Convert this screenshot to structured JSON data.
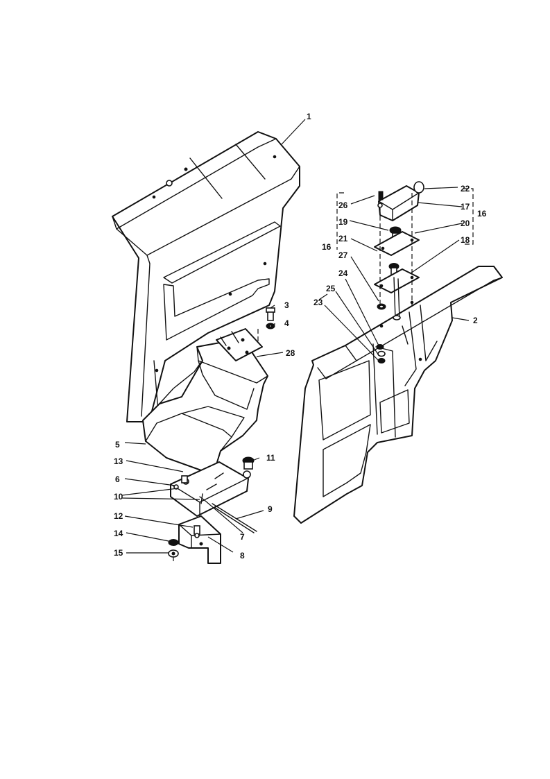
{
  "callouts": [
    "1",
    "2",
    "3",
    "4",
    "5",
    "6",
    "7",
    "8",
    "9",
    "10",
    "11",
    "12",
    "13",
    "14",
    "15",
    "16",
    "16",
    "17",
    "18",
    "19",
    "20",
    "21",
    "22",
    "23",
    "24",
    "25",
    "26",
    "27",
    "28"
  ]
}
